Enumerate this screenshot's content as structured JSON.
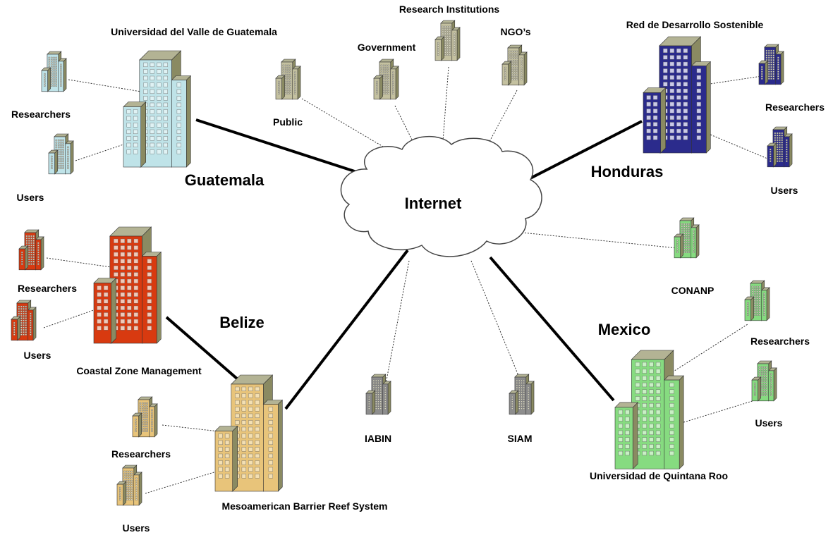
{
  "diagram": {
    "center": {
      "label": "Internet"
    },
    "countries": [
      {
        "id": "guatemala",
        "label": "Guatemala"
      },
      {
        "id": "honduras",
        "label": "Honduras"
      },
      {
        "id": "belize",
        "label": "Belize"
      },
      {
        "id": "mexico",
        "label": "Mexico"
      }
    ],
    "institutions": [
      {
        "id": "uvg",
        "label": "Universidad del Valle de Guatemala",
        "color": "#bfe3e8"
      },
      {
        "id": "rds",
        "label": "Red de Desarrollo Sostenible",
        "color": "#2b2b8c"
      },
      {
        "id": "czm",
        "label": "Coastal Zone Management",
        "color": "#d83a10"
      },
      {
        "id": "mbrs",
        "label": "Mesoamerican Barrier Reef System",
        "color": "#e8c47a"
      },
      {
        "id": "uqroo",
        "label": "Universidad de Quintana Roo",
        "color": "#86db80"
      }
    ],
    "nodes": [
      {
        "id": "public",
        "label": "Public"
      },
      {
        "id": "government",
        "label": "Government"
      },
      {
        "id": "research-institutions",
        "label": "Research Institutions"
      },
      {
        "id": "ngos",
        "label": "NGO’s"
      },
      {
        "id": "conanp",
        "label": "CONANP"
      },
      {
        "id": "iabin",
        "label": "IABIN"
      },
      {
        "id": "siam",
        "label": "SIAM"
      }
    ],
    "user_groups": [
      {
        "id": "gt-researchers",
        "label": "Researchers"
      },
      {
        "id": "gt-users",
        "label": "Users"
      },
      {
        "id": "hn-researchers",
        "label": "Researchers"
      },
      {
        "id": "hn-users",
        "label": "Users"
      },
      {
        "id": "bz-researchers",
        "label": "Researchers"
      },
      {
        "id": "bz-users",
        "label": "Users"
      },
      {
        "id": "mbrs-researchers",
        "label": "Researchers"
      },
      {
        "id": "mbrs-users",
        "label": "Users"
      },
      {
        "id": "mx-researchers",
        "label": "Researchers"
      },
      {
        "id": "mx-users",
        "label": "Users"
      }
    ],
    "colors": {
      "neutral_building": "#c4c1a0",
      "grey_building": "#8e8e8e",
      "side_shade": "#7a7a58",
      "window": "#d8d6c0"
    }
  }
}
